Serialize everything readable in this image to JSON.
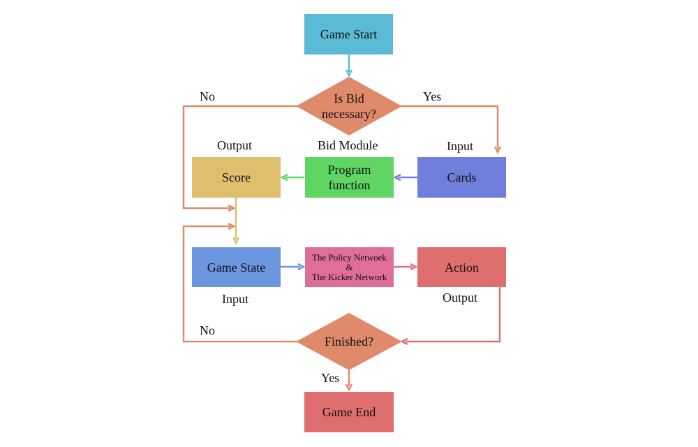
{
  "colors": {
    "start": "#5bbad5",
    "decision": "#e08a6c",
    "score": "#dfbe6e",
    "program": "#5fd563",
    "cards": "#717fdc",
    "game_state": "#6c96dd",
    "policy": "#df6e98",
    "action": "#df6e6e",
    "end": "#df6e6e",
    "edge_orange": "#e08a6c",
    "edge_blue": "#5bbad5",
    "edge_gold": "#dfbe6e",
    "edge_green": "#5fd563",
    "edge_purple": "#717fdc",
    "edge_game_state": "#6c96dd",
    "edge_pink": "#df6e98",
    "edge_red": "#df6e6e"
  },
  "nodes": {
    "game_start": "Game Start",
    "bid_decision": "Is Bid\nnecessary?",
    "score": "Score",
    "program_function": "Program\nfunction",
    "cards": "Cards",
    "game_state": "Game State",
    "policy_network": "The Policy Netwoek\n&\nThe Kicker Network",
    "action": "Action",
    "finished_decision": "Finished?",
    "game_end": "Game End"
  },
  "labels": {
    "no_top": "No",
    "yes_top": "Yes",
    "output_score": "Output",
    "bid_module": "Bid Module",
    "input_cards": "Input",
    "input_state": "Input",
    "output_action": "Output",
    "no_bottom": "No",
    "yes_bottom": "Yes"
  }
}
